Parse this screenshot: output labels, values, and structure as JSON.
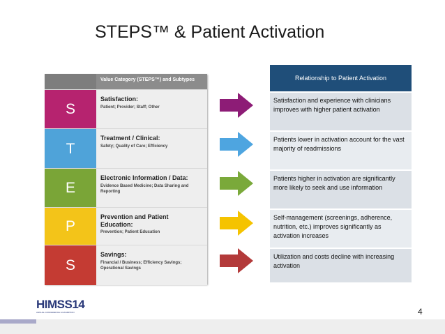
{
  "title": "STEPS™ & Patient Activation",
  "steps_table": {
    "header": "Value Category (STEPS™) and Subtypes",
    "rows": [
      {
        "letter": "S",
        "title": "Satisfaction:",
        "subtitle": "Patient; Provider; Staff; Other",
        "color": "#b6236f"
      },
      {
        "letter": "T",
        "title": "Treatment / Clinical:",
        "subtitle": "Safety; Quality of Care; Efficiency",
        "color": "#4fa3d9"
      },
      {
        "letter": "E",
        "title": "Electronic Information / Data:",
        "subtitle": "Evidence Based Medicine; Data Sharing and Reporting",
        "color": "#7aa537"
      },
      {
        "letter": "P",
        "title": "Prevention and Patient Education:",
        "subtitle": "Prevention; Patient Education",
        "color": "#f3c419"
      },
      {
        "letter": "S",
        "title": "Savings:",
        "subtitle": "Financial / Business; Efficiency Savings; Operational Savings",
        "color": "#c43b33"
      }
    ]
  },
  "arrows": [
    {
      "icon": "arrow-right-icon",
      "color": "#8d1c76"
    },
    {
      "icon": "arrow-right-icon",
      "color": "#4ea5e0"
    },
    {
      "icon": "arrow-right-icon",
      "color": "#7aa93a"
    },
    {
      "icon": "arrow-right-icon",
      "color": "#f5c300"
    },
    {
      "icon": "arrow-right-icon",
      "color": "#b33a3a"
    }
  ],
  "relationship_table": {
    "header": "Relationship to Patient Activation",
    "cells": [
      "Satisfaction and experience with clinicians improves with higher patient activation",
      "Patients lower in activation account for the vast majority of readmissions",
      "Patients higher in activation are significantly more likely to seek and use information",
      "Self-management (screenings, adherence, nutrition, etc.) improves significantly as activation increases",
      "Utilization and costs decline with increasing activation"
    ]
  },
  "footer": {
    "logo_text": "HIMSS14",
    "logo_subtext": "ANNUAL CONFERENCE & EXHIBITION",
    "page_number": "4"
  }
}
